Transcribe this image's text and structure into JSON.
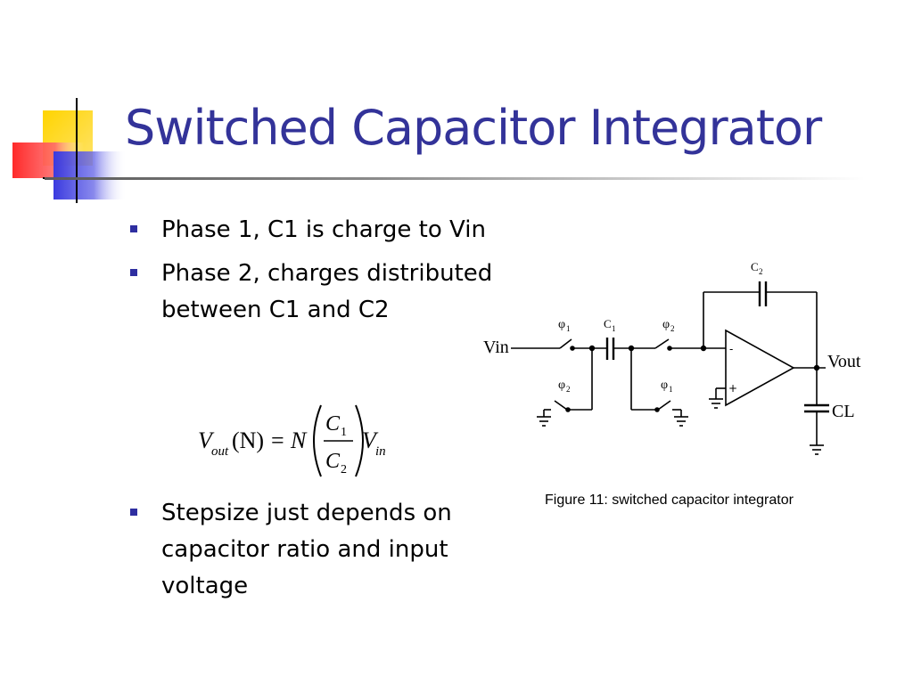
{
  "slide": {
    "title": "Switched Capacitor Integrator",
    "bullets": [
      "Phase 1, C1 is charge to Vin",
      "Phase 2, charges distributed between C1 and C2",
      "Stepsize just depends on capacitor ratio and input voltage"
    ]
  },
  "formula": {
    "lhs_var": "V",
    "lhs_sub": "out",
    "lhs_arg": "(N)",
    "equals": "=",
    "factor": "N",
    "num": "C",
    "num_sub": "1",
    "den": "C",
    "den_sub": "2",
    "rhs_var": "V",
    "rhs_sub": "in"
  },
  "circuit": {
    "labels": {
      "c2": "C",
      "c2_sub": "2",
      "c1": "C",
      "c1_sub": "1",
      "phi1_top": "φ",
      "phi1_top_sub": "1",
      "phi2_top": "φ",
      "phi2_top_sub": "2",
      "phi2_bottom": "φ",
      "phi2_bottom_sub": "2",
      "phi1_bottom": "φ",
      "phi1_bottom_sub": "1",
      "vin": "Vin",
      "vout": "Vout",
      "cl": "CL"
    },
    "caption": "Figure 11: switched capacitor integrator"
  },
  "colors": {
    "title": "#333399",
    "bullet": "#2e2ea0",
    "logo_yellow": "#ffd400",
    "logo_red": "#ff3b3b",
    "logo_blue": "#4040e0"
  }
}
